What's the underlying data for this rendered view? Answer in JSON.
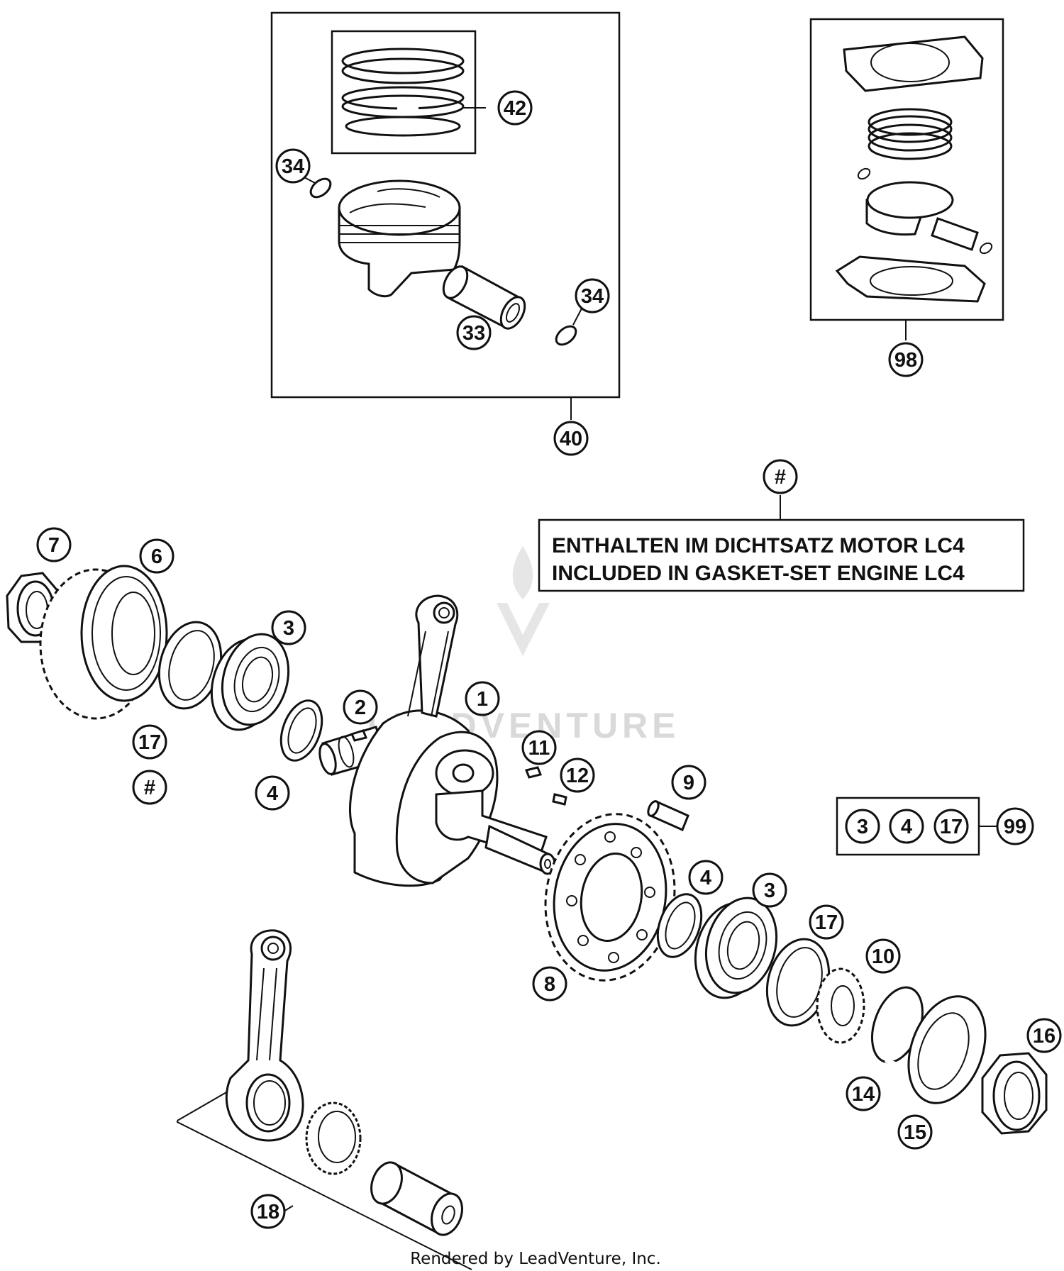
{
  "diagram": {
    "callouts": [
      {
        "id": "42",
        "label": "42"
      },
      {
        "id": "34a",
        "label": "34"
      },
      {
        "id": "34b",
        "label": "34"
      },
      {
        "id": "33",
        "label": "33"
      },
      {
        "id": "40",
        "label": "40"
      },
      {
        "id": "98",
        "label": "98"
      },
      {
        "id": "hash-top",
        "label": "#"
      },
      {
        "id": "7",
        "label": "7"
      },
      {
        "id": "6",
        "label": "6"
      },
      {
        "id": "3a",
        "label": "3"
      },
      {
        "id": "1",
        "label": "1"
      },
      {
        "id": "2",
        "label": "2"
      },
      {
        "id": "17a",
        "label": "17"
      },
      {
        "id": "hash-left",
        "label": "#"
      },
      {
        "id": "4a",
        "label": "4"
      },
      {
        "id": "11",
        "label": "11"
      },
      {
        "id": "12",
        "label": "12"
      },
      {
        "id": "9",
        "label": "9"
      },
      {
        "id": "4b",
        "label": "4"
      },
      {
        "id": "3b",
        "label": "3"
      },
      {
        "id": "17b",
        "label": "17"
      },
      {
        "id": "10",
        "label": "10"
      },
      {
        "id": "8",
        "label": "8"
      },
      {
        "id": "16",
        "label": "16"
      },
      {
        "id": "14",
        "label": "14"
      },
      {
        "id": "15",
        "label": "15"
      },
      {
        "id": "18",
        "label": "18"
      },
      {
        "id": "kit-3",
        "label": "3"
      },
      {
        "id": "kit-4",
        "label": "4"
      },
      {
        "id": "kit-17",
        "label": "17"
      },
      {
        "id": "99",
        "label": "99"
      }
    ],
    "note": {
      "line1": "ENTHALTEN IM DICHTSATZ MOTOR LC4",
      "line2": "INCLUDED IN GASKET-SET ENGINE LC4"
    },
    "watermark": "LEADVENTURE",
    "footer": "Rendered by LeadVenture, Inc."
  }
}
